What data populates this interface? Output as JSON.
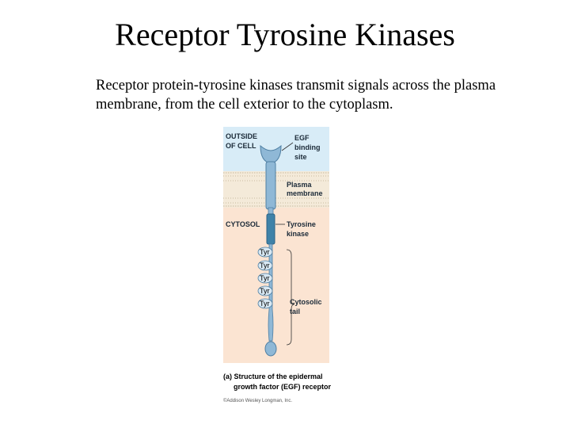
{
  "slide": {
    "title": "Receptor Tyrosine Kinases",
    "body": "Receptor protein-tyrosine kinases transmit signals across the plasma membrane, from the cell exterior to the cytoplasm."
  },
  "figure": {
    "region_outside_line1": "OUTSIDE",
    "region_outside_line2": "OF CELL",
    "egf_line1": "EGF",
    "egf_line2": "binding",
    "egf_line3": "site",
    "membrane_line1": "Plasma",
    "membrane_line2": "membrane",
    "cytosol_label": "CYTOSOL",
    "kinase_line1": "Tyrosine",
    "kinase_line2": "kinase",
    "tyr_residues": [
      "Tyr",
      "Tyr",
      "Tyr",
      "Tyr",
      "Tyr"
    ],
    "tail_line1": "Cytosolic",
    "tail_line2": "tail",
    "caption_line1": "(a) Structure of the epidermal",
    "caption_line2": "growth factor (EGF) receptor",
    "copyright": "©Addison Wesley Longman, Inc.",
    "colors": {
      "exterior": "#d8ecf7",
      "cytosol": "#fbe4d2",
      "membrane": "#f4ead9",
      "receptor": "#8fb8d6",
      "kinase": "#3f82a8"
    }
  }
}
